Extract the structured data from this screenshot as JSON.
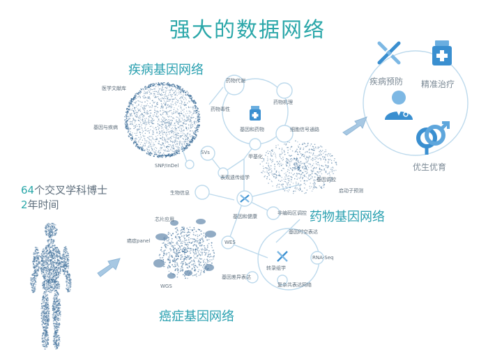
{
  "title": "强大的数据网络",
  "sections": {
    "disease": "疾病基因网络",
    "drug": "药物基因网络",
    "cancer": "癌症基因网络"
  },
  "stats": {
    "line1_num": "64",
    "line1_text": "个交叉学科博士",
    "line2_num": "2",
    "line2_text": "年时间"
  },
  "disease_labels": [
    "医学文献库",
    "基因与疾病",
    "SNP/InDel"
  ],
  "mid_labels": {
    "svs": "SVs",
    "drug_metabolism": "药物代谢",
    "drug_toxicity": "药物毒性",
    "drug_mechanism": "药物机理",
    "gene_drug": "基因和药物",
    "cell_signal": "细胞信号通路",
    "methylation": "甲基化",
    "epigenetics": "表观遗传组学",
    "bio_info": "生物信息",
    "gene_regulation": "基因调控",
    "onset_prediction": "启动子预测",
    "gene_health": "基因和健康",
    "noncoding": "非编码区调控"
  },
  "cancer_labels": {
    "chip": "芯片应用",
    "panel": "癌症panel",
    "wes": "WES",
    "wgs": "WGS",
    "diff_expr": "基因差异表达"
  },
  "expr_labels": {
    "spatiotemporal": "基因时空表达",
    "rnaseq": "RNA-Seq",
    "transcriptome": "转录组学",
    "coexpr": "复杂共表达网络"
  },
  "outcomes": {
    "prevention": "疾病预防",
    "treatment": "精准治疗",
    "eugenics": "优生优育"
  },
  "colors": {
    "accent": "#2aa7a9",
    "node_border": "#bcd9ec",
    "arrow": "#9ec3df",
    "dot": "#3f6f9a",
    "icon": "#3a8fd0"
  },
  "icons": [
    "dna-icon",
    "medicine-bottle-icon",
    "doctor-icon",
    "gender-icon",
    "human-figure-icon"
  ]
}
